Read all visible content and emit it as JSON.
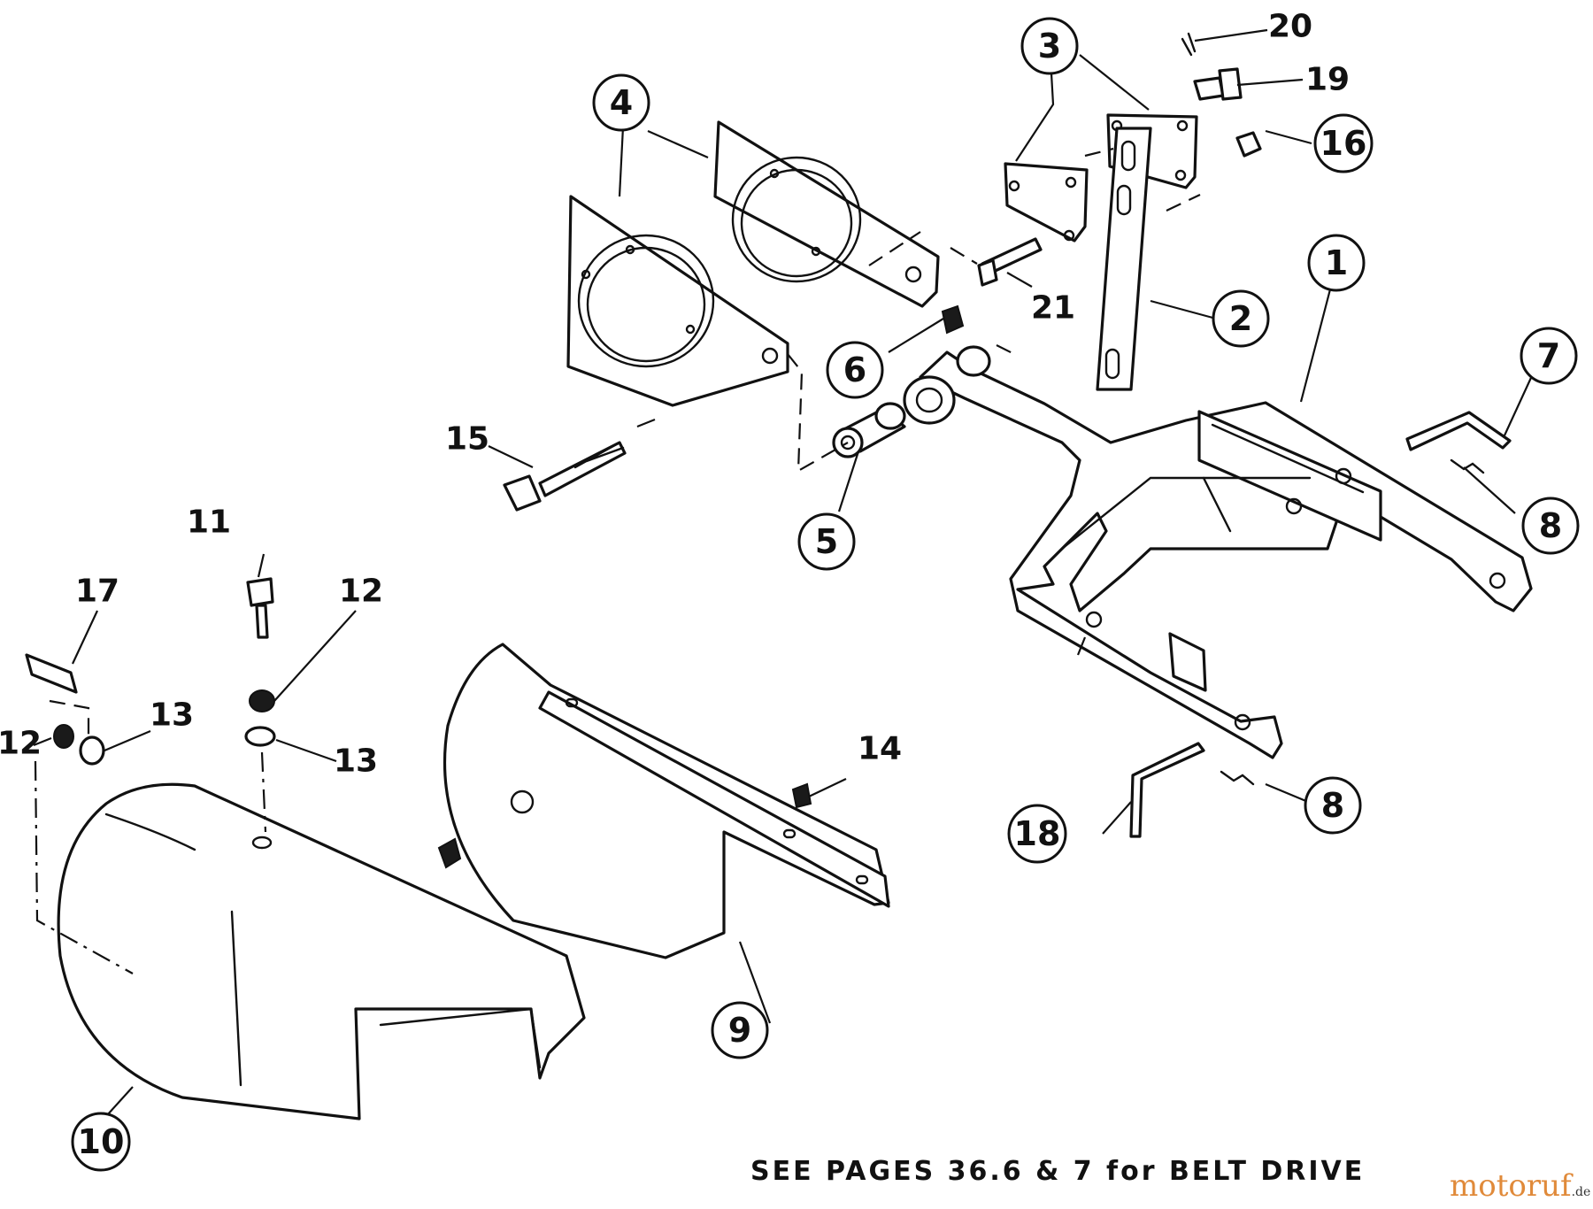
{
  "diagram": {
    "callouts": [
      {
        "id": "1",
        "text": "1"
      },
      {
        "id": "2",
        "text": "2"
      },
      {
        "id": "3",
        "text": "3"
      },
      {
        "id": "4",
        "text": "4"
      },
      {
        "id": "5",
        "text": "5"
      },
      {
        "id": "6",
        "text": "6"
      },
      {
        "id": "7",
        "text": "7"
      },
      {
        "id": "8a",
        "text": "8"
      },
      {
        "id": "8b",
        "text": "8"
      },
      {
        "id": "9",
        "text": "9"
      },
      {
        "id": "10",
        "text": "10"
      },
      {
        "id": "16",
        "text": "16"
      },
      {
        "id": "18",
        "text": "18"
      }
    ],
    "labels": [
      {
        "id": "11",
        "text": "11"
      },
      {
        "id": "12a",
        "text": "12"
      },
      {
        "id": "12b",
        "text": "12"
      },
      {
        "id": "13a",
        "text": "13"
      },
      {
        "id": "13b",
        "text": "13"
      },
      {
        "id": "14",
        "text": "14"
      },
      {
        "id": "15",
        "text": "15"
      },
      {
        "id": "17",
        "text": "17"
      },
      {
        "id": "19",
        "text": "19"
      },
      {
        "id": "20",
        "text": "20"
      },
      {
        "id": "21",
        "text": "21"
      }
    ]
  },
  "footer": {
    "note": "SEE PAGES 36.6 & 7 for BELT DRIVE"
  },
  "watermark": {
    "brand": "motoruf",
    "suffix": ".de"
  }
}
